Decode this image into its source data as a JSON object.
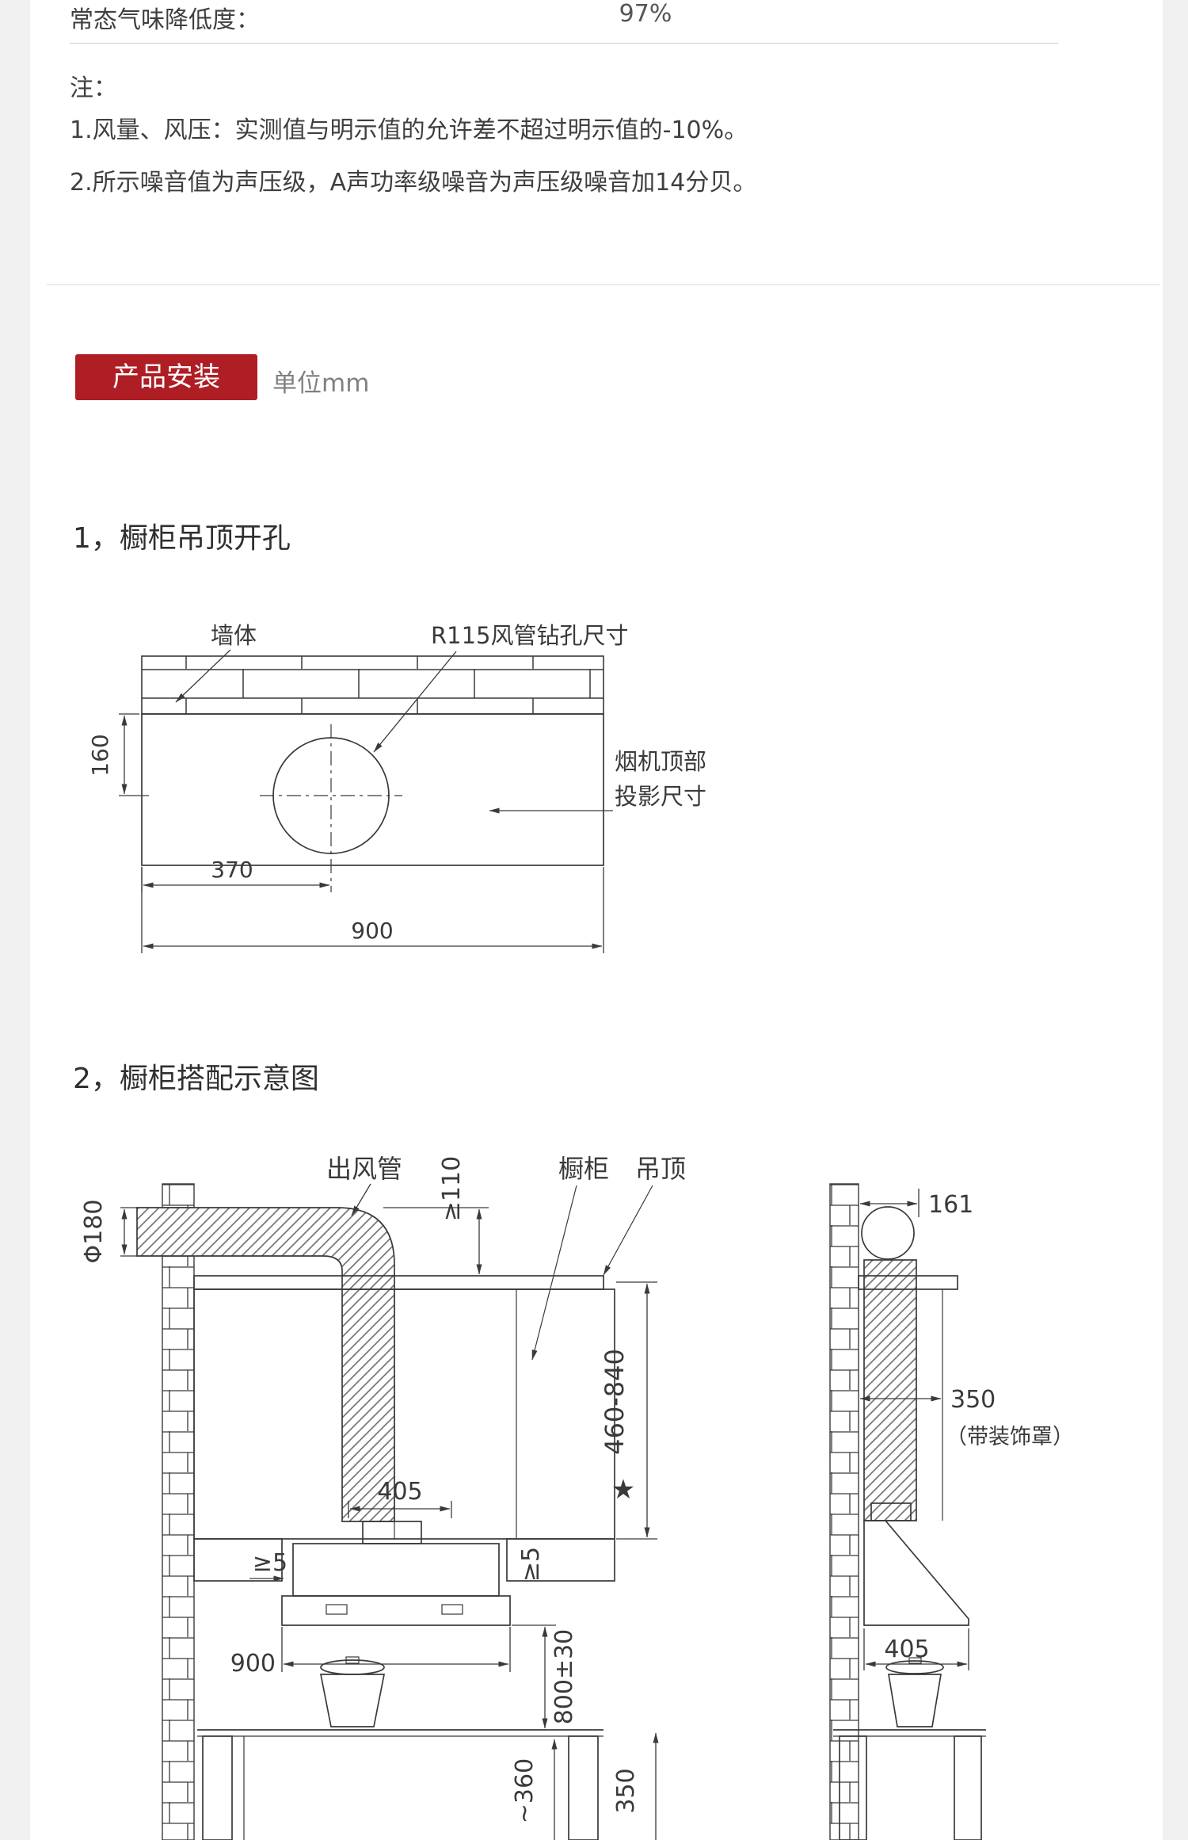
{
  "colors": {
    "accent_red": "#ae1e24",
    "line": "#3a3a3a"
  },
  "spec_table": {
    "row": {
      "label": "常态气味降低度：",
      "value": "97%"
    }
  },
  "notes": {
    "title": "注：",
    "items": [
      "1.风量、风压：实测值与明示值的允许差不超过明示值的-10%。",
      "2.所示噪音值为声压级，A声功率级噪音为声压级噪音加14分贝。"
    ]
  },
  "install": {
    "badge_label": "产品安装",
    "unit_label": "单位mm"
  },
  "section1": {
    "heading": "1，橱柜吊顶开孔",
    "wall_label": "墙体",
    "hole_label": "R115风管钻孔尺寸",
    "projection_label_line1": "烟机顶部",
    "projection_label_line2": "投影尺寸",
    "dim_160": "160",
    "dim_370": "370",
    "dim_900": "900"
  },
  "section2": {
    "heading": "2，橱柜搭配示意图",
    "duct_label": "出风管",
    "cabinet_label": "橱柜",
    "ceiling_label": "吊顶",
    "dim_phi180": "Φ180",
    "dim_min110": "≥110",
    "dim_range": "460-840",
    "star": "★",
    "dim_405_front": "405",
    "dim_gap_left": "≥5",
    "dim_gap_right": "≥5",
    "dim_800": "800±30",
    "dim_900": "900",
    "dim_360": "~360",
    "dim_350_bottom": "350",
    "right": {
      "dim_161": "161",
      "dim_350": "350",
      "dim_350_note": "（带装饰罩）",
      "dim_405": "405"
    }
  }
}
